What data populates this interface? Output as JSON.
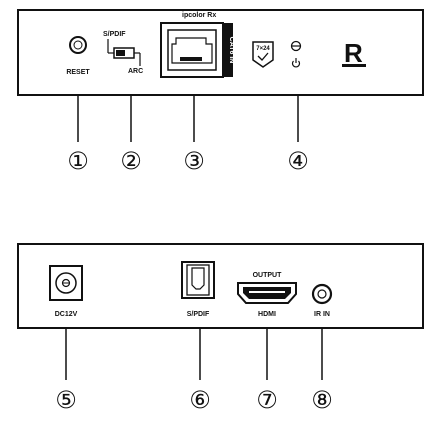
{
  "top_panel": {
    "device_label": "ipcolor Rx",
    "reset_label": "RESET",
    "spdif_label": "S/PDIF",
    "arc_label": "ARC",
    "cat_label": "CAT6 IN",
    "badge_label": "7×24",
    "logo_letter": "R",
    "callouts": [
      "①",
      "②",
      "③",
      "④"
    ]
  },
  "bottom_panel": {
    "dc_label": "DC12V",
    "spdif_label": "S/PDIF",
    "output_label": "OUTPUT",
    "hdmi_label": "HDMI",
    "irin_label": "IR IN",
    "callouts": [
      "⑤",
      "⑥",
      "⑦",
      "⑧"
    ]
  }
}
